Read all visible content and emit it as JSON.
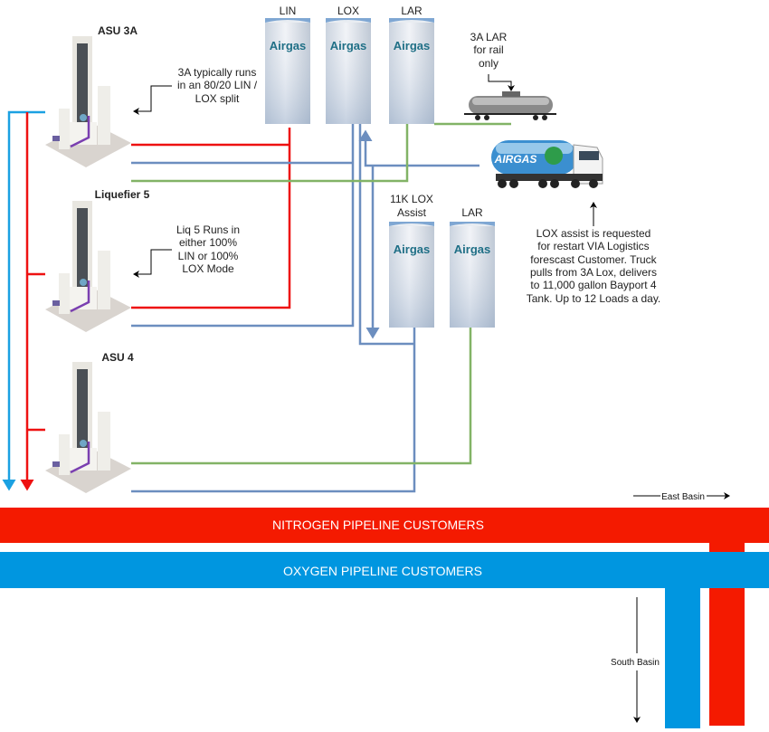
{
  "colors": {
    "nitrogen": "#f41a00",
    "oxygen": "#0096e0",
    "lin_line": "#ee1111",
    "lox_line": "#6c8ebf",
    "lar_line": "#82b366",
    "o2_feed": "#1ba1e2"
  },
  "plants": [
    {
      "label": "ASU 3A"
    },
    {
      "label": "Liquefier 5"
    },
    {
      "label": "ASU 4"
    }
  ],
  "tanks": [
    {
      "label": "LIN",
      "brand": "Airgas"
    },
    {
      "label": "LOX",
      "brand": "Airgas"
    },
    {
      "label": "LAR",
      "brand": "Airgas"
    },
    {
      "label_lines": [
        "11K LOX",
        "Assist"
      ],
      "brand": "Airgas"
    },
    {
      "label": "LAR",
      "brand": "Airgas"
    }
  ],
  "truck_brand": "AIRGAS",
  "notes": {
    "asu3a": [
      "3A typically runs",
      "in an 80/20 LIN /",
      "LOX split"
    ],
    "liq5": [
      "Liq 5 Runs in",
      "either 100%",
      "LIN or 100%",
      "LOX Mode"
    ],
    "rail": [
      "3A LAR",
      "for rail",
      "only"
    ],
    "lox_assist": [
      "LOX assist is requested",
      "for restart VIA Logistics",
      "forescast Customer. Truck",
      "pulls from 3A Lox, delivers",
      "to 11,000 gallon Bayport 4",
      "Tank. Up to 12 Loads a day."
    ]
  },
  "pipelines": {
    "nitrogen": "NITROGEN PIPELINE CUSTOMERS",
    "oxygen": "OXYGEN PIPELINE CUSTOMERS",
    "east": "East Basin",
    "south": "South Basin"
  }
}
